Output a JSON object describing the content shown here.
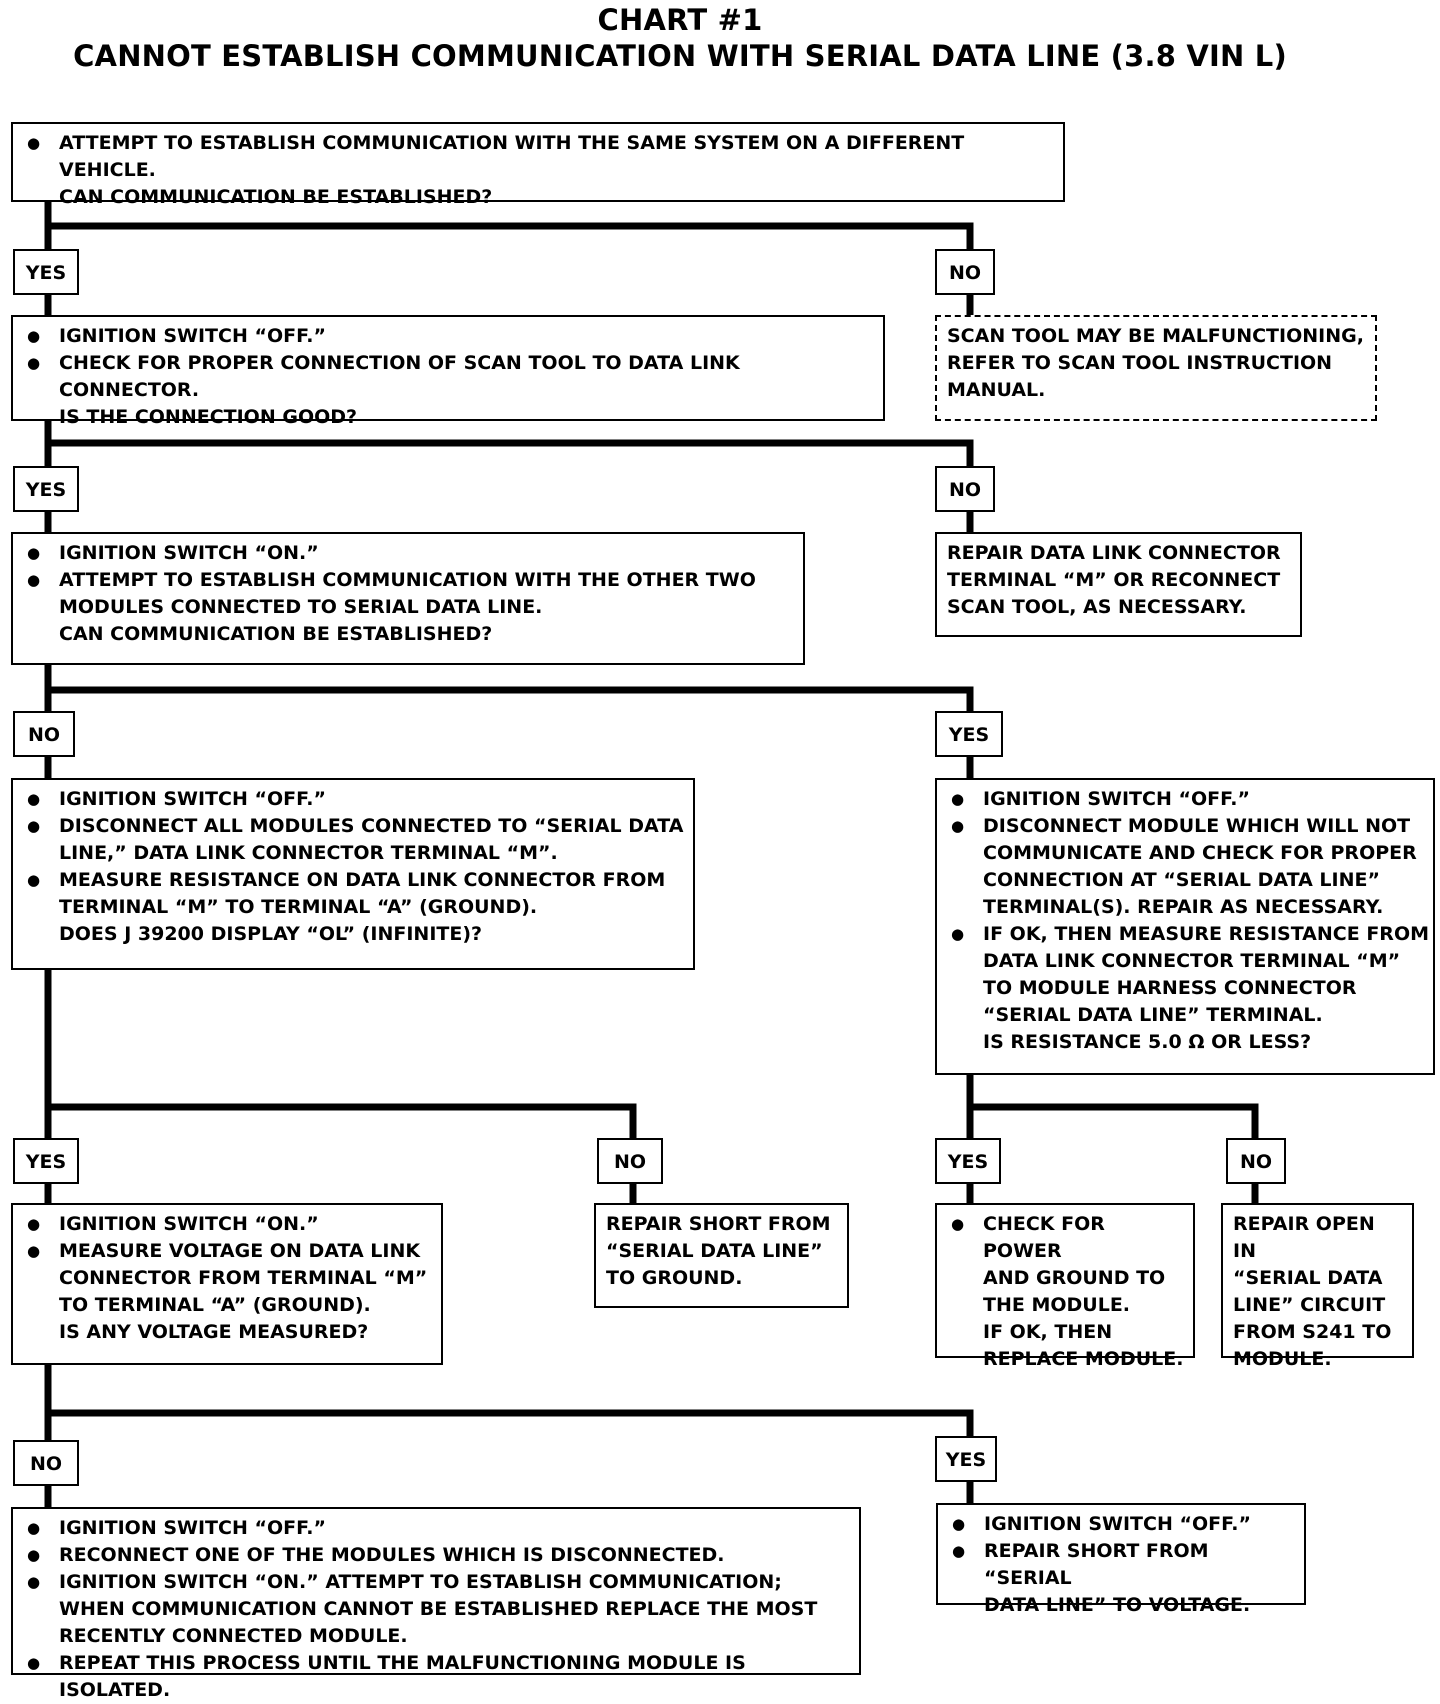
{
  "title": "CHART #1",
  "subtitle": "CANNOT ESTABLISH COMMUNICATION WITH SERIAL DATA LINE (3.8 VIN L)",
  "steps": {
    "start": [
      "ATTEMPT TO ESTABLISH COMMUNICATION WITH THE SAME SYSTEM ON A DIFFERENT VEHICLE.",
      "CAN COMMUNICATION BE ESTABLISHED?"
    ],
    "check_connection": [
      "IGNITION SWITCH “OFF.”",
      "CHECK FOR PROPER CONNECTION OF SCAN TOOL TO DATA LINK CONNECTOR.",
      "IS THE CONNECTION GOOD?"
    ],
    "scan_tool": [
      "SCAN TOOL MAY BE MALFUNCTIONING,",
      "REFER TO SCAN TOOL INSTRUCTION",
      "MANUAL."
    ],
    "other_modules": [
      "IGNITION SWITCH “ON.”",
      "ATTEMPT TO ESTABLISH COMMUNICATION WITH THE OTHER TWO",
      "MODULES CONNECTED TO SERIAL DATA LINE.",
      "CAN COMMUNICATION BE ESTABLISHED?"
    ],
    "repair_dlc": [
      "REPAIR DATA LINK CONNECTOR",
      "TERMINAL “M” OR RECONNECT",
      "SCAN TOOL, AS NECESSARY."
    ],
    "measure_resistance": [
      "IGNITION SWITCH “OFF.”",
      "DISCONNECT ALL MODULES CONNECTED TO “SERIAL DATA",
      "LINE,” DATA LINK CONNECTOR TERMINAL “M”.",
      "MEASURE RESISTANCE ON DATA LINK CONNECTOR FROM",
      "TERMINAL “M” TO TERMINAL “A” (GROUND).",
      "DOES J 39200 DISPLAY “OL” (INFINITE)?"
    ],
    "disconnect_module": [
      "IGNITION SWITCH “OFF.”",
      "DISCONNECT MODULE WHICH WILL NOT",
      "COMMUNICATE AND CHECK FOR PROPER",
      "CONNECTION AT “SERIAL DATA LINE”",
      "TERMINAL(S). REPAIR AS NECESSARY.",
      "IF OK, THEN MEASURE RESISTANCE FROM",
      "DATA LINK CONNECTOR TERMINAL “M”",
      "TO MODULE HARNESS CONNECTOR",
      "“SERIAL DATA LINE” TERMINAL.",
      "IS RESISTANCE 5.0 Ω OR LESS?"
    ],
    "measure_voltage": [
      "IGNITION SWITCH “ON.”",
      "MEASURE VOLTAGE ON DATA LINK",
      "CONNECTOR FROM TERMINAL “M”",
      "TO TERMINAL “A” (GROUND).",
      "IS ANY VOLTAGE MEASURED?"
    ],
    "repair_short_ground": [
      "REPAIR SHORT FROM",
      "“SERIAL DATA LINE”",
      "TO GROUND."
    ],
    "check_power": [
      "CHECK FOR POWER",
      "AND GROUND TO",
      "THE MODULE.",
      "IF OK, THEN",
      "REPLACE MODULE."
    ],
    "repair_open": [
      "REPAIR OPEN IN",
      "“SERIAL DATA",
      "LINE” CIRCUIT",
      "FROM S241 TO",
      "MODULE."
    ],
    "reconnect": [
      "IGNITION SWITCH “OFF.”",
      "RECONNECT ONE OF THE MODULES WHICH IS DISCONNECTED.",
      "IGNITION SWITCH “ON.”  ATTEMPT TO ESTABLISH COMMUNICATION;",
      "WHEN COMMUNICATION CANNOT BE ESTABLISHED REPLACE THE MOST",
      "RECENTLY CONNECTED MODULE.",
      "REPEAT THIS PROCESS UNTIL THE MALFUNCTIONING MODULE IS ISOLATED."
    ],
    "repair_short_voltage": [
      "IGNITION SWITCH “OFF.”",
      "REPAIR SHORT FROM “SERIAL",
      "DATA LINE” TO VOLTAGE."
    ]
  },
  "labels": {
    "yes": "YES",
    "no": "NO"
  }
}
